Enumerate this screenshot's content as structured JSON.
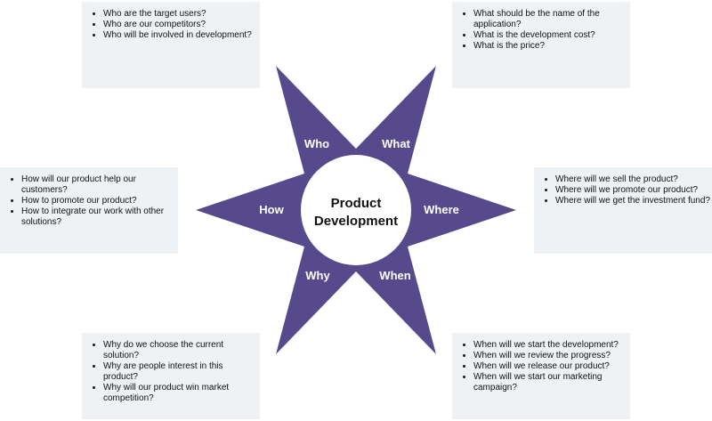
{
  "center": {
    "line1": "Product",
    "line2": "Development"
  },
  "points": {
    "who": "Who",
    "what": "What",
    "where": "Where",
    "when": "When",
    "why": "Why",
    "how": "How"
  },
  "colors": {
    "star": "#574a8c",
    "note_bg": "#eef2f5"
  },
  "notes": {
    "who": [
      "Who are the target users?",
      "Who are our competitors?",
      "Who will be involved in development?"
    ],
    "what": [
      "What should be the name of the application?",
      "What is the development cost?",
      "What is the price?"
    ],
    "where": [
      "Where will we sell the product?",
      "Where will we promote our product?",
      "Where will we get the investment fund?"
    ],
    "how": [
      "How will our product help our customers?",
      "How to promote our product?",
      "How to integrate our work with other solutions?"
    ],
    "why": [
      "Why do we choose the current solution?",
      "Why are people interest in this product?",
      "Why will our product win market competition?"
    ],
    "when": [
      "When will we start the development?",
      "When will we review the progress?",
      "When will we release our product?",
      "When will we start our marketing campaign?"
    ]
  }
}
